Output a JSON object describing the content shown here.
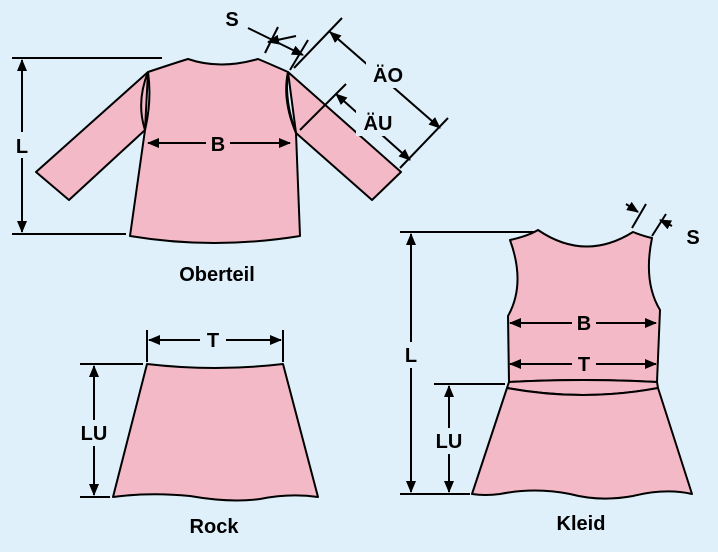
{
  "colors": {
    "background": "#dff0fb",
    "garment_fill": "#f4b9c7",
    "line": "#000000"
  },
  "oberteil": {
    "caption": "Oberteil",
    "label_s": "S",
    "label_ao": "ÄO",
    "label_au": "ÄU",
    "label_b": "B",
    "label_l": "L"
  },
  "rock": {
    "caption": "Rock",
    "label_t": "T",
    "label_lu": "LU"
  },
  "kleid": {
    "caption": "Kleid",
    "label_s": "S",
    "label_b": "B",
    "label_t": "T",
    "label_l": "L",
    "label_lu": "LU"
  }
}
